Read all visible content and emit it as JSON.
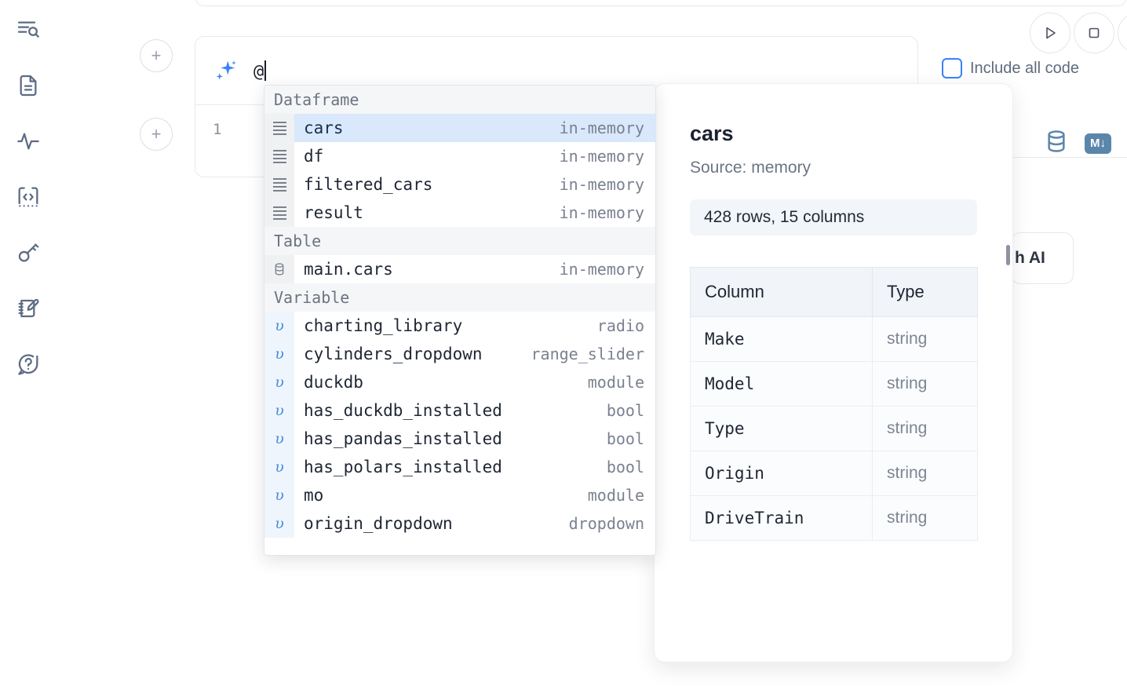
{
  "sidebar": {
    "items": [
      {
        "name": "outline-search-icon",
        "label": "Outline / Search"
      },
      {
        "name": "file-explorer-icon",
        "label": "File explorer"
      },
      {
        "name": "activity-icon",
        "label": "Activity"
      },
      {
        "name": "code-snippets-icon",
        "label": "Snippets"
      },
      {
        "name": "secrets-key-icon",
        "label": "Secrets"
      },
      {
        "name": "scratchpad-icon",
        "label": "Scratchpad"
      },
      {
        "name": "help-icon",
        "label": "Help"
      }
    ]
  },
  "toolbar": {
    "run_label": "Run",
    "stop_label": "Stop",
    "include_all_code_label": "Include all code",
    "include_all_code_checked": false,
    "accent_color": "#3b82f6"
  },
  "ai_cell": {
    "prompt_value": "@",
    "icon": "sparkle-ai-icon"
  },
  "code_cell": {
    "line_number": "1"
  },
  "cell_actions": {
    "add_above_label": "+",
    "add_below_label": "+",
    "database_icon": "database-icon",
    "markdown_label": "M↓"
  },
  "ai_hint_card": {
    "text": "h AI"
  },
  "autocomplete": {
    "groups": [
      {
        "title": "Dataframe",
        "icon": "dataframe-icon",
        "items": [
          {
            "label": "cars",
            "meta": "in-memory",
            "selected": true
          },
          {
            "label": "df",
            "meta": "in-memory",
            "selected": false
          },
          {
            "label": "filtered_cars",
            "meta": "in-memory",
            "selected": false
          },
          {
            "label": "result",
            "meta": "in-memory",
            "selected": false
          }
        ]
      },
      {
        "title": "Table",
        "icon": "database-icon",
        "items": [
          {
            "label": "main.cars",
            "meta": "in-memory",
            "selected": false
          }
        ]
      },
      {
        "title": "Variable",
        "icon": "variable-icon",
        "items": [
          {
            "label": "charting_library",
            "meta": "radio",
            "selected": false
          },
          {
            "label": "cylinders_dropdown",
            "meta": "range_slider",
            "selected": false
          },
          {
            "label": "duckdb",
            "meta": "module",
            "selected": false
          },
          {
            "label": "has_duckdb_installed",
            "meta": "bool",
            "selected": false
          },
          {
            "label": "has_pandas_installed",
            "meta": "bool",
            "selected": false
          },
          {
            "label": "has_polars_installed",
            "meta": "bool",
            "selected": false
          },
          {
            "label": "mo",
            "meta": "module",
            "selected": false
          },
          {
            "label": "origin_dropdown",
            "meta": "dropdown",
            "selected": false
          }
        ]
      }
    ]
  },
  "detail_panel": {
    "title": "cars",
    "source": "Source: memory",
    "stats": "428 rows, 15 columns",
    "headers": [
      "Column",
      "Type"
    ],
    "rows": [
      {
        "column": "Make",
        "type": "string"
      },
      {
        "column": "Model",
        "type": "string"
      },
      {
        "column": "Type",
        "type": "string"
      },
      {
        "column": "Origin",
        "type": "string"
      },
      {
        "column": "DriveTrain",
        "type": "string"
      }
    ]
  }
}
